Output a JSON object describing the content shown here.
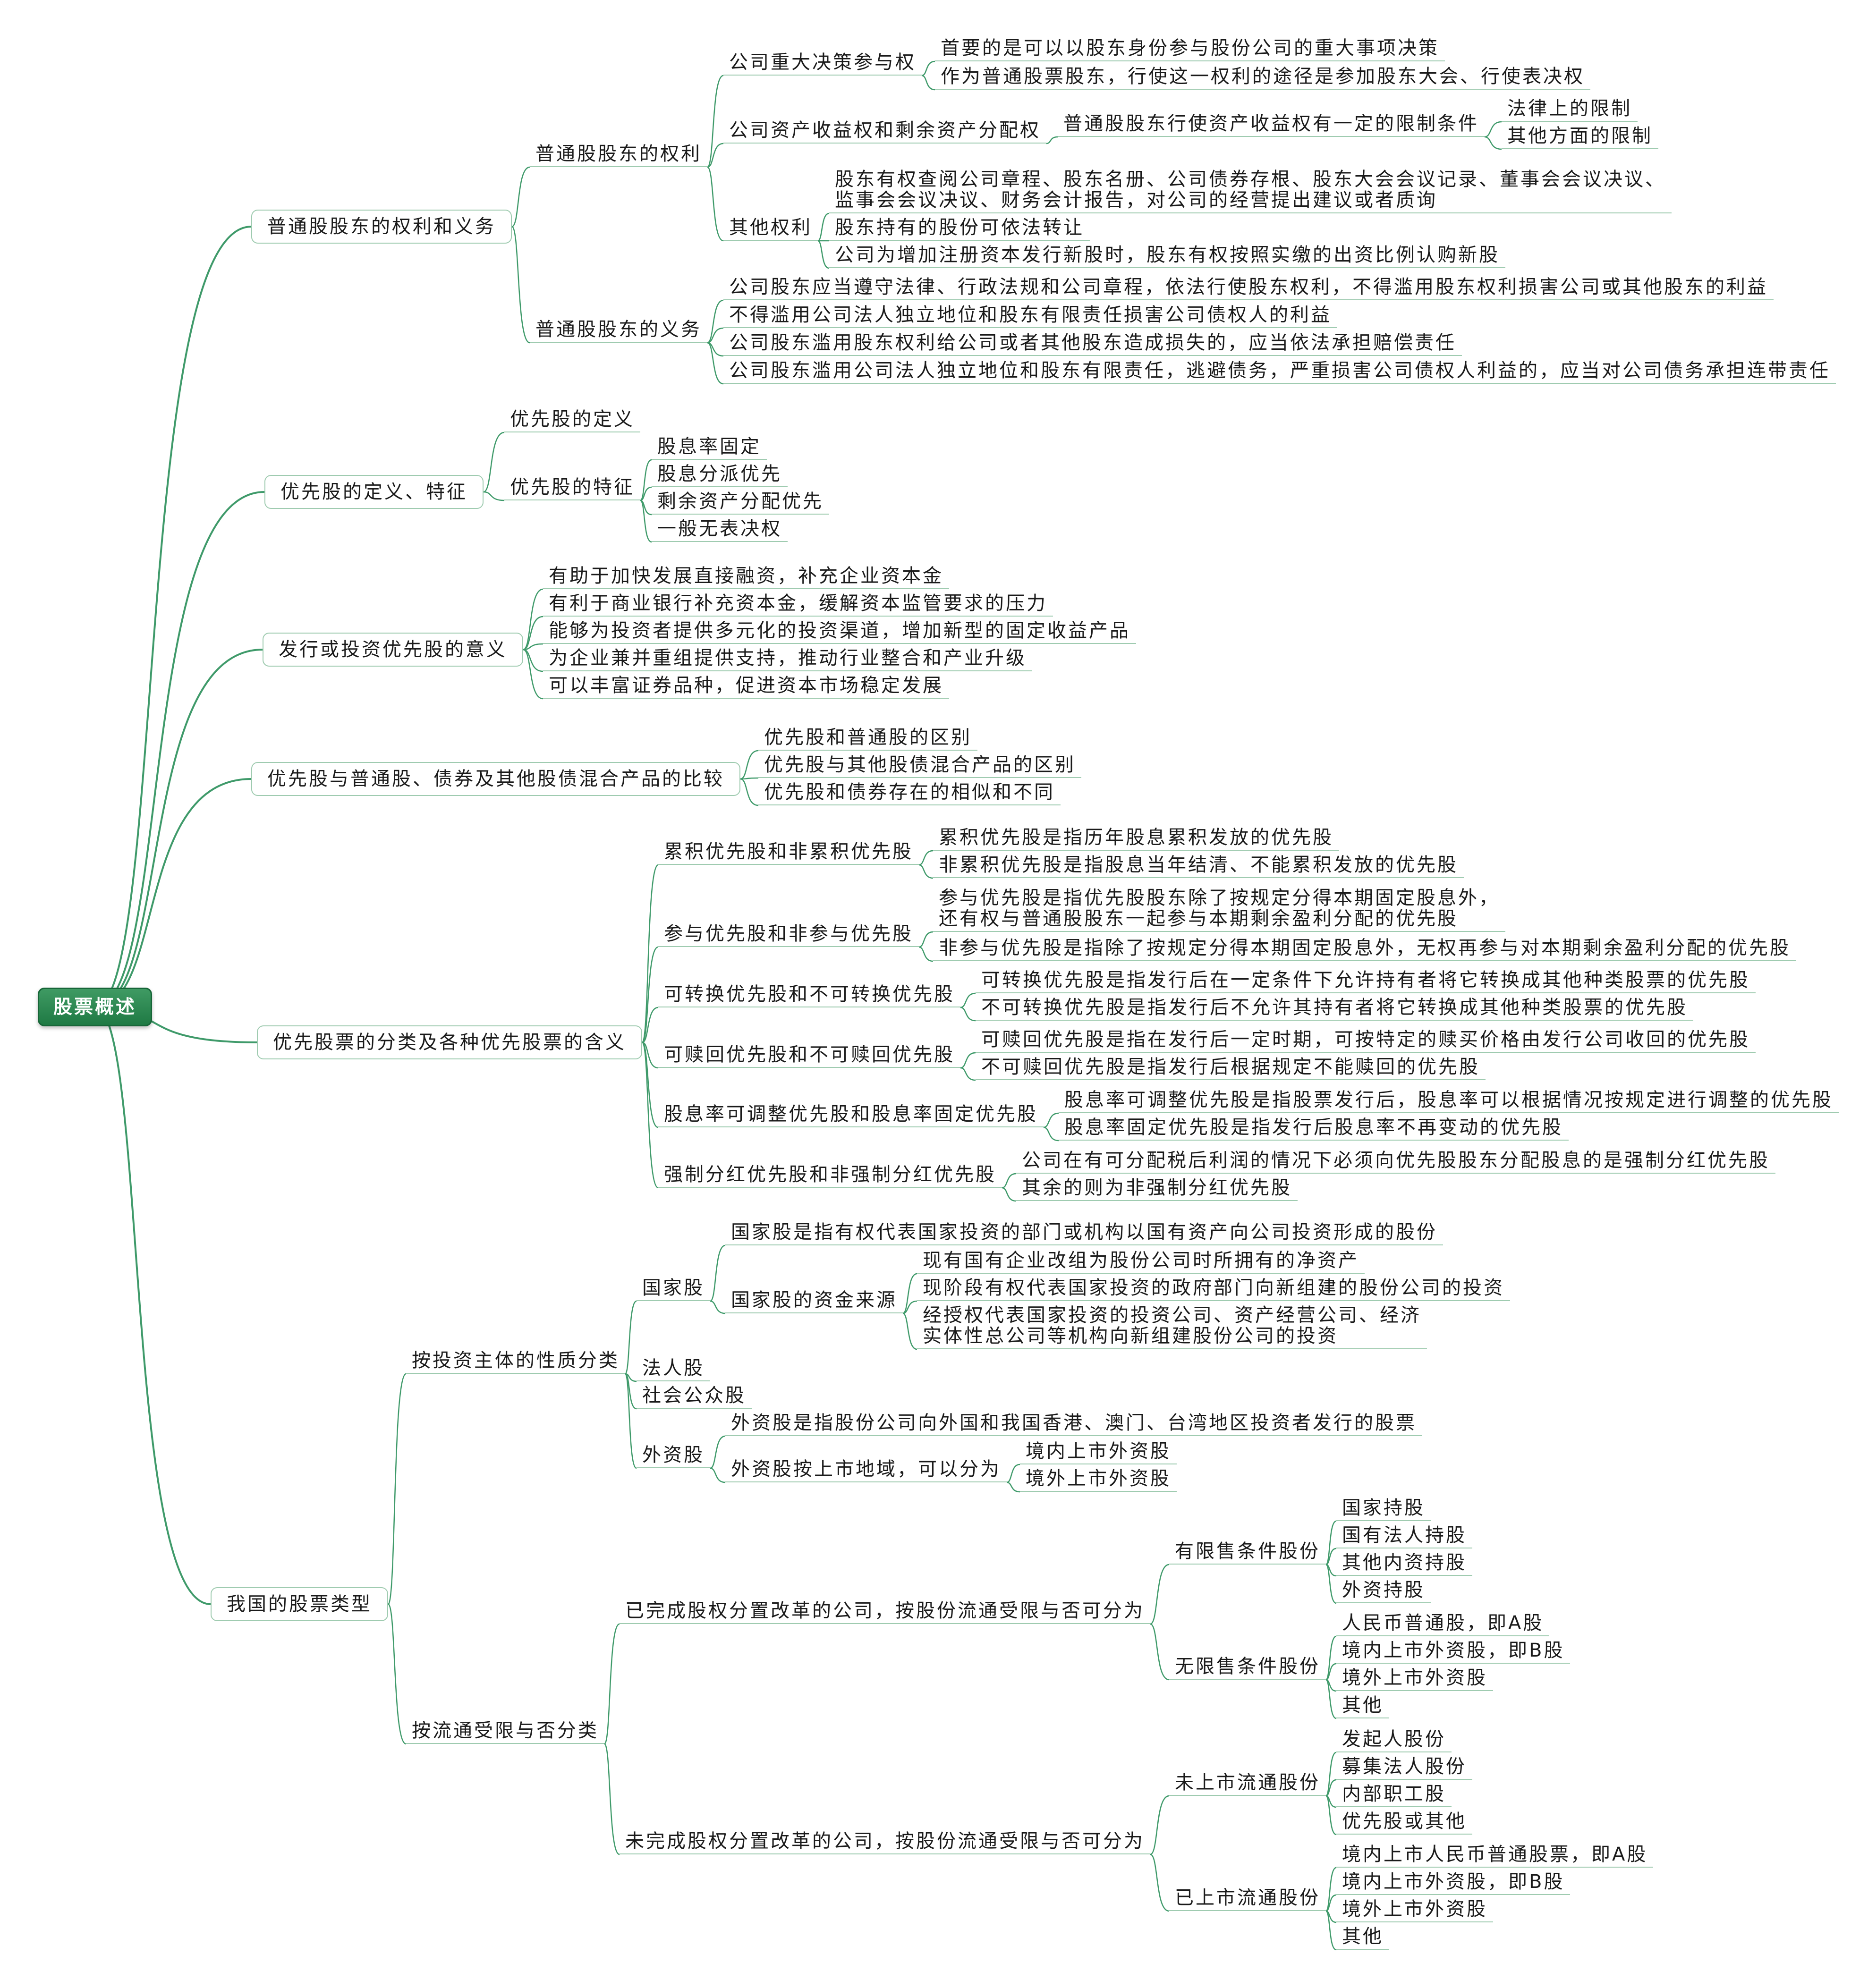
{
  "root": {
    "label": "股票概述"
  },
  "branches": [
    {
      "label": "普通股股东的权利和义务",
      "children": [
        {
          "label": "普通股股东的权利",
          "children": [
            {
              "label": "公司重大决策参与权",
              "children": [
                {
                  "label": "首要的是可以以股东身份参与股份公司的重大事项决策"
                },
                {
                  "label": "作为普通股票股东，行使这一权利的途径是参加股东大会、行使表决权"
                }
              ]
            },
            {
              "label": "公司资产收益权和剩余资产分配权",
              "children": [
                {
                  "label": "普通股股东行使资产收益权有一定的限制条件",
                  "children": [
                    {
                      "label": "法律上的限制"
                    },
                    {
                      "label": "其他方面的限制"
                    }
                  ]
                }
              ]
            },
            {
              "label": "其他权利",
              "children": [
                {
                  "label": "股东有权查阅公司章程、股东名册、公司债券存根、股东大会会议记录、董事会会议决议、\n监事会会议决议、财务会计报告，对公司的经营提出建议或者质询"
                },
                {
                  "label": "股东持有的股份可依法转让"
                },
                {
                  "label": "公司为增加注册资本发行新股时，股东有权按照实缴的出资比例认购新股"
                }
              ]
            }
          ]
        },
        {
          "label": "普通股股东的义务",
          "children": [
            {
              "label": "公司股东应当遵守法律、行政法规和公司章程，依法行使股东权利，不得滥用股东权利损害公司或其他股东的利益"
            },
            {
              "label": "不得滥用公司法人独立地位和股东有限责任损害公司债权人的利益"
            },
            {
              "label": "公司股东滥用股东权利给公司或者其他股东造成损失的，应当依法承担赔偿责任"
            },
            {
              "label": "公司股东滥用公司法人独立地位和股东有限责任，逃避债务，严重损害公司债权人利益的，应当对公司债务承担连带责任"
            }
          ]
        }
      ]
    },
    {
      "label": "优先股的定义、特征",
      "children": [
        {
          "label": "优先股的定义"
        },
        {
          "label": "优先股的特征",
          "children": [
            {
              "label": "股息率固定"
            },
            {
              "label": "股息分派优先"
            },
            {
              "label": "剩余资产分配优先"
            },
            {
              "label": "一般无表决权"
            }
          ]
        }
      ]
    },
    {
      "label": "发行或投资优先股的意义",
      "children": [
        {
          "label": "有助于加快发展直接融资，补充企业资本金"
        },
        {
          "label": "有利于商业银行补充资本金，缓解资本监管要求的压力"
        },
        {
          "label": "能够为投资者提供多元化的投资渠道，增加新型的固定收益产品"
        },
        {
          "label": "为企业兼并重组提供支持，推动行业整合和产业升级"
        },
        {
          "label": "可以丰富证券品种，促进资本市场稳定发展"
        }
      ]
    },
    {
      "label": "优先股与普通股、债券及其他股债混合产品的比较",
      "children": [
        {
          "label": "优先股和普通股的区别"
        },
        {
          "label": "优先股与其他股债混合产品的区别"
        },
        {
          "label": "优先股和债券存在的相似和不同"
        }
      ]
    },
    {
      "label": "优先股票的分类及各种优先股票的含义",
      "children": [
        {
          "label": "累积优先股和非累积优先股",
          "children": [
            {
              "label": "累积优先股是指历年股息累积发放的优先股"
            },
            {
              "label": "非累积优先股是指股息当年结清、不能累积发放的优先股"
            }
          ]
        },
        {
          "label": "参与优先股和非参与优先股",
          "children": [
            {
              "label": "参与优先股是指优先股股东除了按规定分得本期固定股息外，\n还有权与普通股股东一起参与本期剩余盈利分配的优先股"
            },
            {
              "label": "非参与优先股是指除了按规定分得本期固定股息外，无权再参与对本期剩余盈利分配的优先股"
            }
          ]
        },
        {
          "label": "可转换优先股和不可转换优先股",
          "children": [
            {
              "label": "可转换优先股是指发行后在一定条件下允许持有者将它转换成其他种类股票的优先股"
            },
            {
              "label": "不可转换优先股是指发行后不允许其持有者将它转换成其他种类股票的优先股"
            }
          ]
        },
        {
          "label": "可赎回优先股和不可赎回优先股",
          "children": [
            {
              "label": "可赎回优先股是指在发行后一定时期，可按特定的赎买价格由发行公司收回的优先股"
            },
            {
              "label": "不可赎回优先股是指发行后根据规定不能赎回的优先股"
            }
          ]
        },
        {
          "label": "股息率可调整优先股和股息率固定优先股",
          "children": [
            {
              "label": "股息率可调整优先股是指股票发行后，股息率可以根据情况按规定进行调整的优先股"
            },
            {
              "label": "股息率固定优先股是指发行后股息率不再变动的优先股"
            }
          ]
        },
        {
          "label": "强制分红优先股和非强制分红优先股",
          "children": [
            {
              "label": "公司在有可分配税后利润的情况下必须向优先股股东分配股息的是强制分红优先股"
            },
            {
              "label": "其余的则为非强制分红优先股"
            }
          ]
        }
      ]
    },
    {
      "label": "我国的股票类型",
      "children": [
        {
          "label": "按投资主体的性质分类",
          "children": [
            {
              "label": "国家股",
              "children": [
                {
                  "label": "国家股是指有权代表国家投资的部门或机构以国有资产向公司投资形成的股份"
                },
                {
                  "label": "国家股的资金来源",
                  "children": [
                    {
                      "label": "现有国有企业改组为股份公司时所拥有的净资产"
                    },
                    {
                      "label": "现阶段有权代表国家投资的政府部门向新组建的股份公司的投资"
                    },
                    {
                      "label": "经授权代表国家投资的投资公司、资产经营公司、经济\n实体性总公司等机构向新组建股份公司的投资"
                    }
                  ]
                }
              ]
            },
            {
              "label": "法人股"
            },
            {
              "label": "社会公众股"
            },
            {
              "label": "外资股",
              "children": [
                {
                  "label": "外资股是指股份公司向外国和我国香港、澳门、台湾地区投资者发行的股票"
                },
                {
                  "label": "外资股按上市地域，可以分为",
                  "children": [
                    {
                      "label": "境内上市外资股"
                    },
                    {
                      "label": "境外上市外资股"
                    }
                  ]
                }
              ]
            }
          ]
        },
        {
          "label": "按流通受限与否分类",
          "children": [
            {
              "label": "已完成股权分置改革的公司，按股份流通受限与否可分为",
              "children": [
                {
                  "label": "有限售条件股份",
                  "children": [
                    {
                      "label": "国家持股"
                    },
                    {
                      "label": "国有法人持股"
                    },
                    {
                      "label": "其他内资持股"
                    },
                    {
                      "label": "外资持股"
                    }
                  ]
                },
                {
                  "label": "无限售条件股份",
                  "children": [
                    {
                      "label": "人民币普通股，即A股"
                    },
                    {
                      "label": "境内上市外资股，即B股"
                    },
                    {
                      "label": "境外上市外资股"
                    },
                    {
                      "label": "其他"
                    }
                  ]
                }
              ]
            },
            {
              "label": "未完成股权分置改革的公司，按股份流通受限与否可分为",
              "children": [
                {
                  "label": "未上市流通股份",
                  "children": [
                    {
                      "label": "发起人股份"
                    },
                    {
                      "label": "募集法人股份"
                    },
                    {
                      "label": "内部职工股"
                    },
                    {
                      "label": "优先股或其他"
                    }
                  ]
                },
                {
                  "label": "已上市流通股份",
                  "children": [
                    {
                      "label": "境内上市人民币普通股票，即A股"
                    },
                    {
                      "label": "境内上市外资股，即B股"
                    },
                    {
                      "label": "境外上市外资股"
                    },
                    {
                      "label": "其他"
                    }
                  ]
                }
              ]
            }
          ]
        }
      ]
    }
  ],
  "colors": {
    "link": "#3f9a6a",
    "root_fill": "#2e8b57",
    "underline": "#9fcbb0"
  }
}
